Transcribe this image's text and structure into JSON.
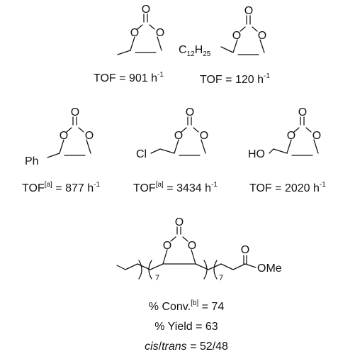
{
  "compounds": [
    {
      "id": "propylene-carbonate",
      "atoms": {
        "o_carbonyl": "O",
        "o_ring_1": "O",
        "o_ring_2": "O"
      },
      "tof": {
        "label": "TOF",
        "eq": " = ",
        "value": "901",
        "unit": "h",
        "exp": "-1"
      }
    },
    {
      "id": "dodecyl-carbonate",
      "atoms": {
        "o_carbonyl": "O",
        "o_ring_1": "O",
        "o_ring_2": "O",
        "sub_c": "C",
        "sub_c_n": "12",
        "sub_h": "H",
        "sub_h_n": "25"
      },
      "tof": {
        "label": "TOF",
        "eq": " = ",
        "value": "120",
        "unit": "h",
        "exp": "-1"
      }
    },
    {
      "id": "styrene-carbonate",
      "atoms": {
        "o_carbonyl": "O",
        "o_ring_1": "O",
        "o_ring_2": "O",
        "sub": "Ph"
      },
      "tof": {
        "label": "TOF",
        "note": "[a]",
        "eq": " = ",
        "value": "877",
        "unit": "h",
        "exp": "-1"
      }
    },
    {
      "id": "chloromethyl-carbonate",
      "atoms": {
        "o_carbonyl": "O",
        "o_ring_1": "O",
        "o_ring_2": "O",
        "sub": "Cl"
      },
      "tof": {
        "label": "TOF",
        "note": "[a]",
        "eq": " = ",
        "value": "3434",
        "unit": "h",
        "exp": "-1"
      }
    },
    {
      "id": "glycerol-carbonate",
      "atoms": {
        "o_carbonyl": "O",
        "o_ring_1": "O",
        "o_ring_2": "O",
        "sub": "HO"
      },
      "tof": {
        "label": "TOF",
        "eq": " = ",
        "value": "2020",
        "unit": "h",
        "exp": "-1"
      }
    },
    {
      "id": "methyl-oleate-carbonate",
      "atoms": {
        "o_carbonyl": "O",
        "o_ring_1": "O",
        "o_ring_2": "O",
        "ester_o": "O",
        "ester_ome": "OMe",
        "n_left": "7",
        "n_right": "7"
      },
      "stats": {
        "conv_label": "% Conv.",
        "conv_note": "[b]",
        "conv_eq": " = ",
        "conv_value": "74",
        "yield_label": "% Yield",
        "yield_eq": " = ",
        "yield_value": "63",
        "ratio_cis": "cis",
        "ratio_sep": "/",
        "ratio_trans": "trans",
        "ratio_eq": " = ",
        "ratio_value": "52/48"
      }
    }
  ]
}
